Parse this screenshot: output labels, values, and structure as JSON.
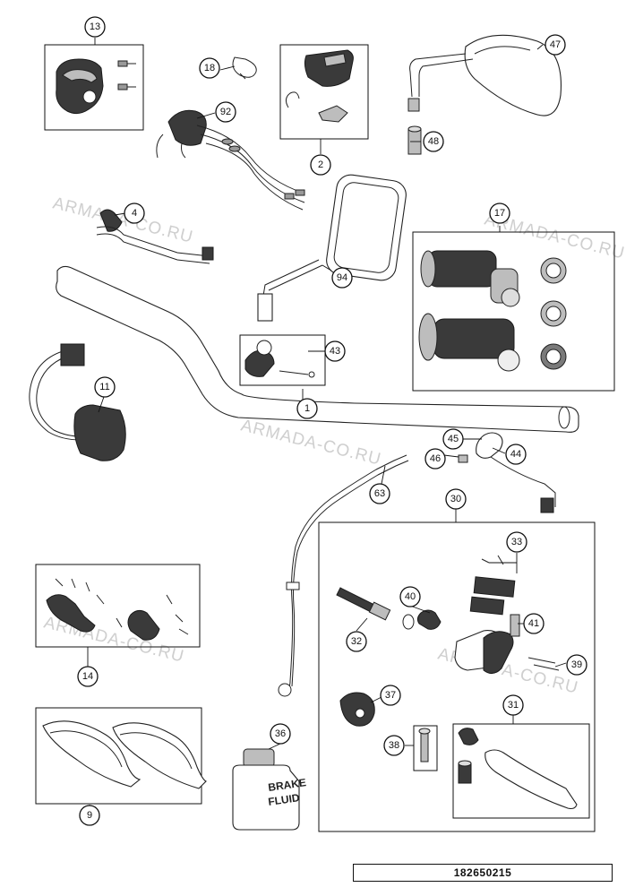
{
  "diagram": {
    "id_number": "182650215",
    "watermark": "ARMADA-CO.RU",
    "container_label": {
      "line1": "BRAKE",
      "line2": "FLUID"
    },
    "callouts": [
      {
        "key": "13",
        "label": "13"
      },
      {
        "key": "18",
        "label": "18"
      },
      {
        "key": "92",
        "label": "92"
      },
      {
        "key": "2",
        "label": "2"
      },
      {
        "key": "47",
        "label": "47"
      },
      {
        "key": "48",
        "label": "48"
      },
      {
        "key": "4",
        "label": "4"
      },
      {
        "key": "17",
        "label": "17"
      },
      {
        "key": "94",
        "label": "94"
      },
      {
        "key": "43",
        "label": "43"
      },
      {
        "key": "11",
        "label": "11"
      },
      {
        "key": "1",
        "label": "1"
      },
      {
        "key": "45",
        "label": "45"
      },
      {
        "key": "46",
        "label": "46"
      },
      {
        "key": "44",
        "label": "44"
      },
      {
        "key": "63",
        "label": "63"
      },
      {
        "key": "30",
        "label": "30"
      },
      {
        "key": "33",
        "label": "33"
      },
      {
        "key": "40",
        "label": "40"
      },
      {
        "key": "41",
        "label": "41"
      },
      {
        "key": "32",
        "label": "32"
      },
      {
        "key": "39",
        "label": "39"
      },
      {
        "key": "14",
        "label": "14"
      },
      {
        "key": "37",
        "label": "37"
      },
      {
        "key": "31",
        "label": "31"
      },
      {
        "key": "36",
        "label": "36"
      },
      {
        "key": "38",
        "label": "38"
      },
      {
        "key": "9",
        "label": "9"
      }
    ]
  }
}
